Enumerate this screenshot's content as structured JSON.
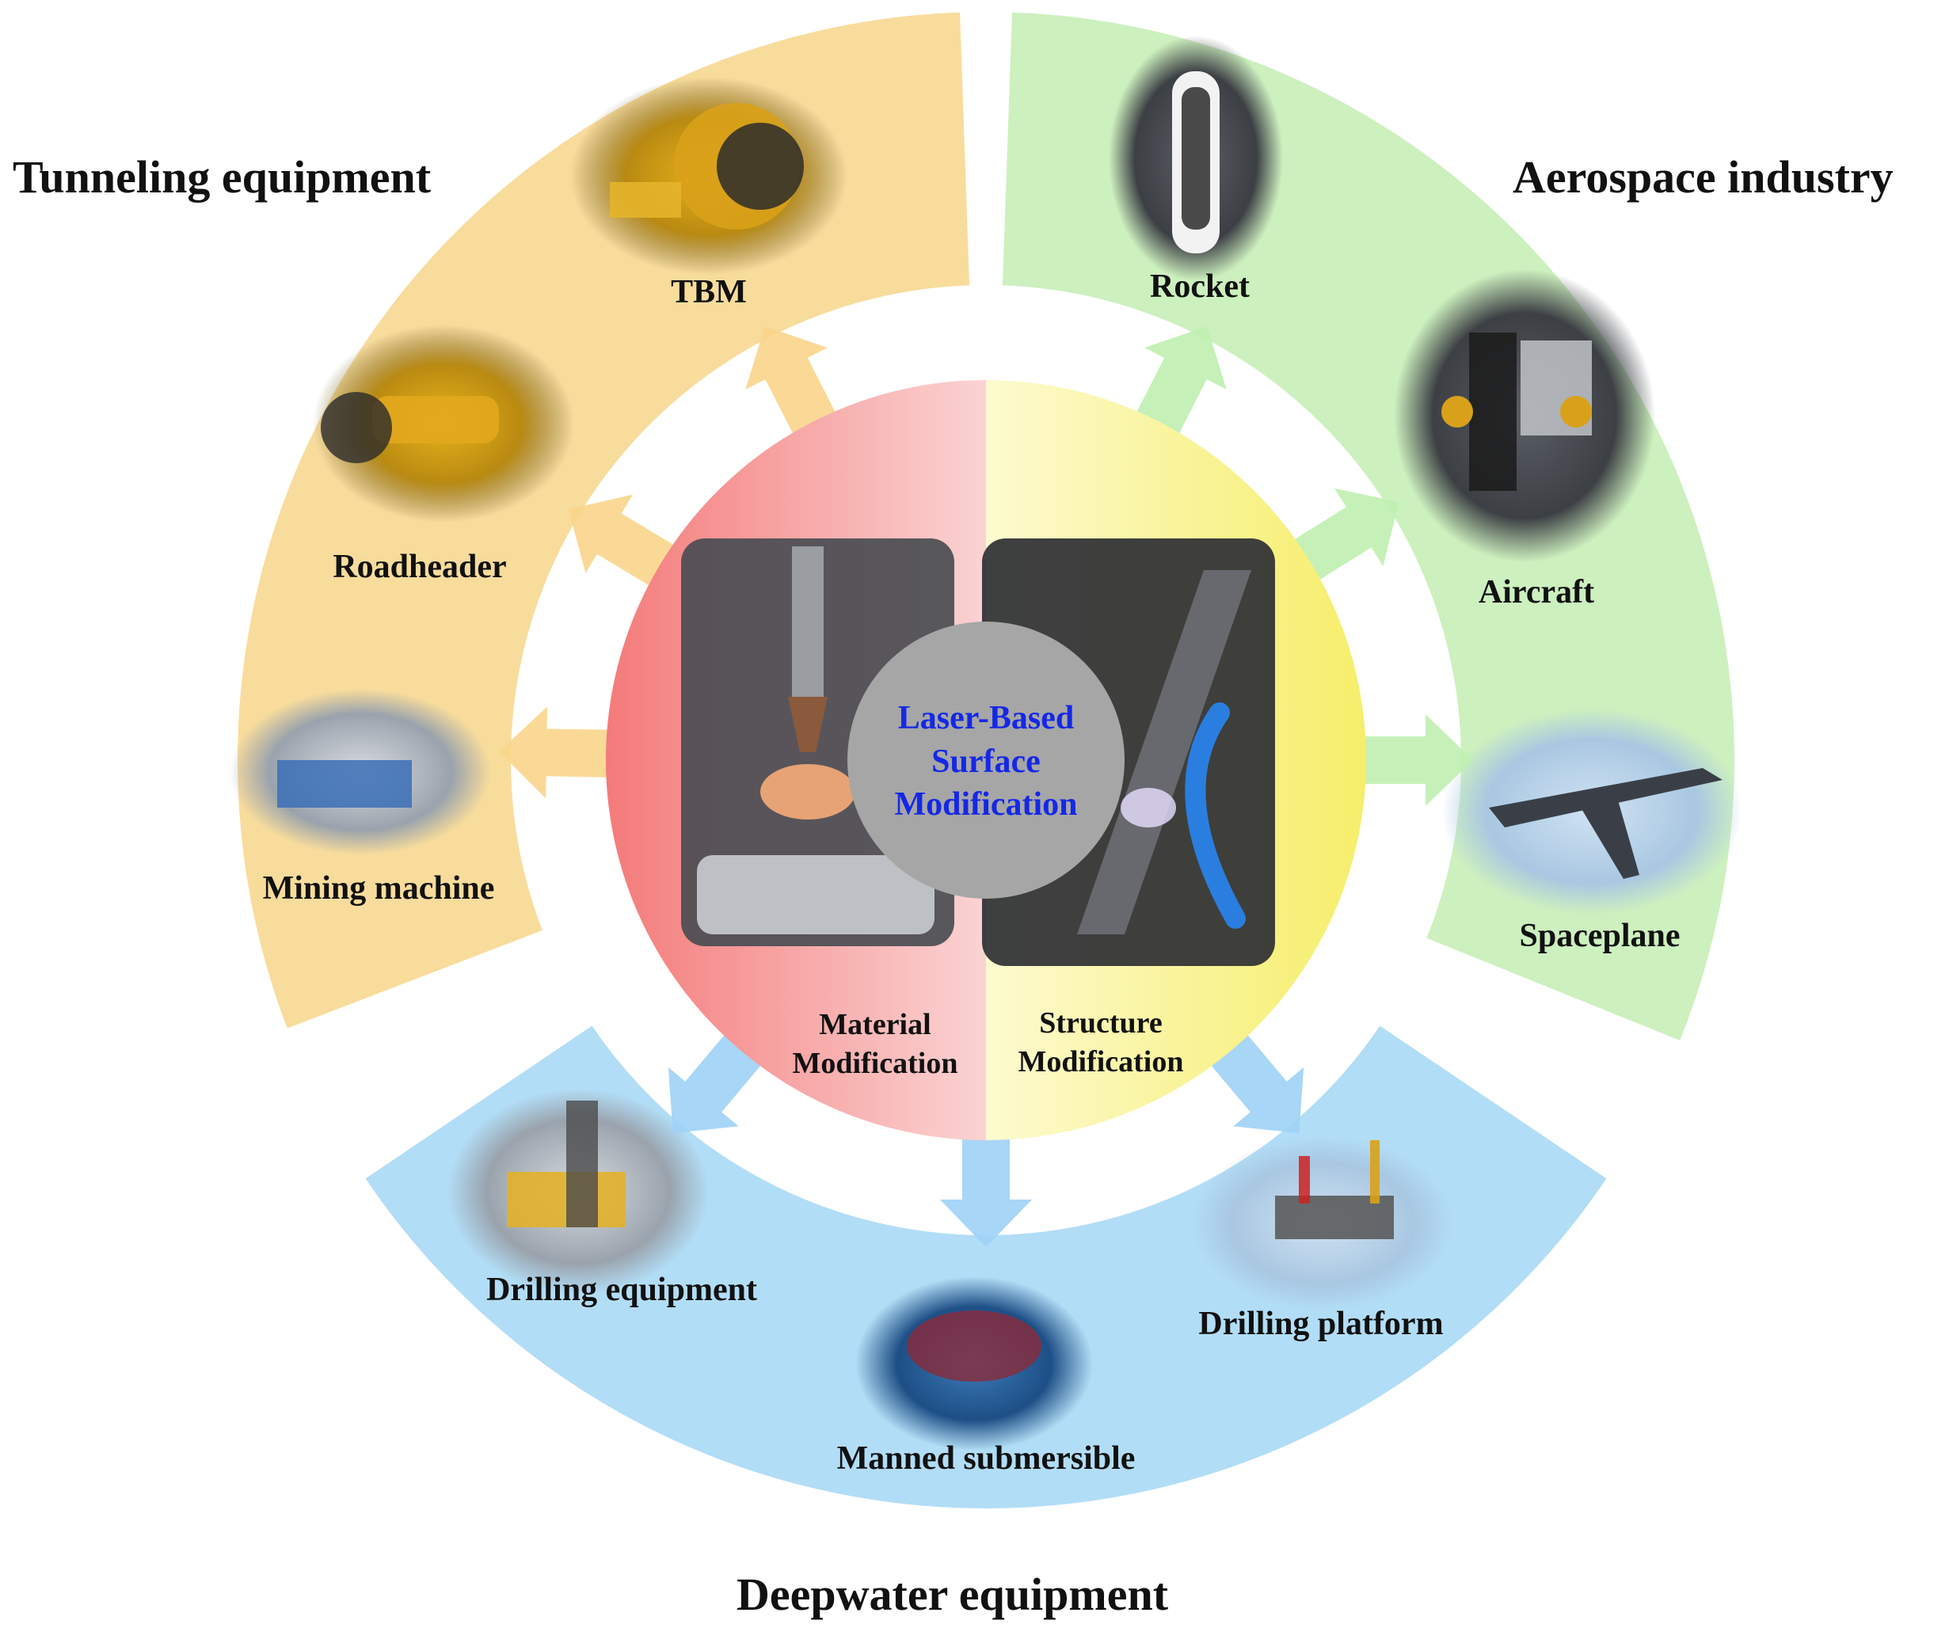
{
  "center": {
    "lines": [
      "Laser-Based",
      "Surface",
      "Modification"
    ],
    "halves": [
      {
        "lines": [
          "Material",
          "Modification"
        ]
      },
      {
        "lines": [
          "Structure",
          "Modification"
        ]
      }
    ]
  },
  "categories": {
    "tunneling": {
      "title": "Tunneling equipment",
      "items": [
        "TBM",
        "Roadheader",
        "Mining machine"
      ]
    },
    "aerospace": {
      "title": "Aerospace  industry",
      "items": [
        "Rocket",
        "Aircraft",
        "Spaceplane"
      ]
    },
    "deepwater": {
      "title": "Deepwater equipment",
      "items": [
        "Drilling  equipment",
        "Manned submersible",
        "Drilling  platform"
      ]
    }
  },
  "colors": {
    "tunneling_ring": "#f8dc9c",
    "aerospace_ring": "#cdf0bf",
    "deepwater_ring": "#b2ddf6",
    "material_half": "#f58b8b",
    "structure_half": "#f8f07c",
    "hub": "#a6a6a6",
    "center_text": "#1428e6",
    "arrow_orange": "#f9d58b",
    "arrow_green": "#bff0b0",
    "arrow_blue": "#9fd2f6"
  }
}
